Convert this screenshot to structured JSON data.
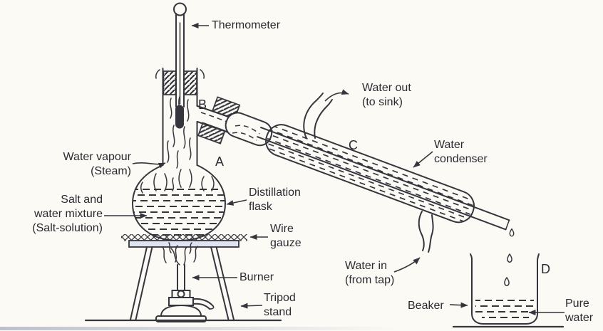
{
  "colors": {
    "ink": "#35353d",
    "paper": "#fbfaf5",
    "text": "#2a2a31",
    "plate": "#dfe4f0",
    "smudge": "#9aa2b4"
  },
  "labels": {
    "thermometer": "Thermometer",
    "water_vapour": "Water vapour\n(Steam)",
    "salt_mixture": "Salt and\nwater mixture\n(Salt-solution)",
    "distillation_flask": "Distillation\nflask",
    "wire_gauze": "Wire\ngauze",
    "burner": "Burner",
    "tripod_stand": "Tripod\nstand",
    "water_out": "Water out\n(to sink)",
    "water_condenser": "Water\ncondenser",
    "water_in": "Water in\n(from tap)",
    "beaker": "Beaker",
    "pure_water": "Pure\nwater"
  },
  "letters": {
    "flask": "A",
    "side_arm": "B",
    "condenser": "C",
    "beaker": "D"
  }
}
